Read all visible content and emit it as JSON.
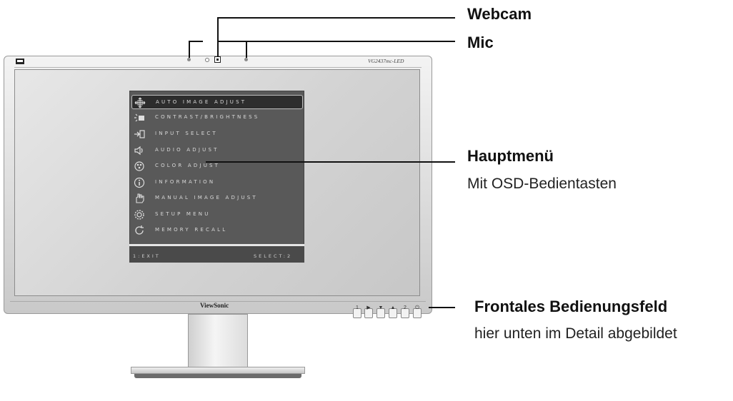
{
  "monitor": {
    "model": "VG2437mc-LED",
    "brand": "ViewSonic"
  },
  "osd_menu": {
    "items": [
      {
        "label": "AUTO IMAGE ADJUST",
        "icon": "auto-adjust-icon",
        "selected": true
      },
      {
        "label": "CONTRAST/BRIGHTNESS",
        "icon": "brightness-icon",
        "selected": false
      },
      {
        "label": "INPUT SELECT",
        "icon": "input-icon",
        "selected": false
      },
      {
        "label": "AUDIO ADJUST",
        "icon": "audio-icon",
        "selected": false
      },
      {
        "label": "COLOR ADJUST",
        "icon": "color-icon",
        "selected": false
      },
      {
        "label": "INFORMATION",
        "icon": "info-icon",
        "selected": false
      },
      {
        "label": "MANUAL IMAGE ADJUST",
        "icon": "manual-adjust-icon",
        "selected": false
      },
      {
        "label": "SETUP MENU",
        "icon": "setup-icon",
        "selected": false
      },
      {
        "label": "MEMORY RECALL",
        "icon": "memory-recall-icon",
        "selected": false
      }
    ],
    "footer_left": "1:EXIT",
    "footer_right": "SELECT:2"
  },
  "front_panel_buttons": [
    "1",
    "▶",
    "▼",
    "▲",
    "2",
    "⏻"
  ],
  "callouts": {
    "webcam": {
      "title": "Webcam"
    },
    "mic": {
      "title": "Mic"
    },
    "main_menu": {
      "title": "Hauptmenü",
      "subtitle": "Mit OSD-Bedientasten"
    },
    "front_panel": {
      "title": "Frontales Bedienungsfeld",
      "subtitle": "hier unten im Detail abgebildet"
    }
  }
}
